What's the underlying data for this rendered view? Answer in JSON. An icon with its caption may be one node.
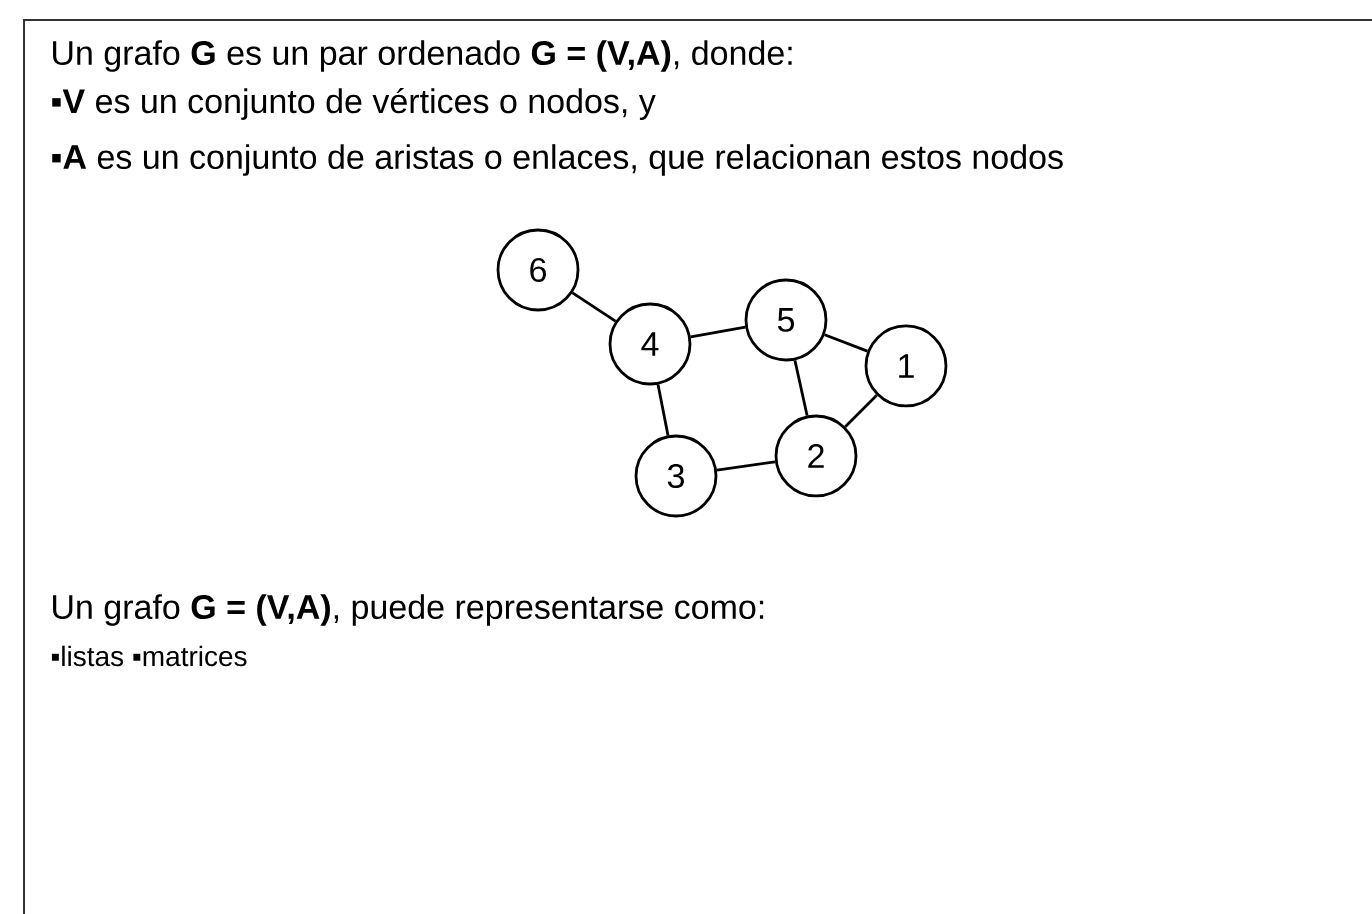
{
  "diagram": {
    "nodes": [
      {
        "text": [
          "1"
        ]
      },
      {
        "text": [
          "2"
        ]
      },
      {
        "text": [
          "3"
        ]
      },
      {
        "text": [
          "4"
        ]
      },
      {
        "text": [
          "5"
        ]
      },
      {
        "text": [
          "6"
        ]
      }
    ],
    "edges": [
      {
        "from": 5,
        "to": 3,
        "arrow": "none"
      },
      {
        "from": 3,
        "to": 4,
        "arrow": "none"
      },
      {
        "from": 4,
        "to": 0,
        "arrow": "none"
      },
      {
        "from": 4,
        "to": 1,
        "arrow": "none"
      },
      {
        "from": 0,
        "to": 1,
        "arrow": "none"
      },
      {
        "from": 3,
        "to": 2,
        "arrow": "none"
      },
      {
        "from": 2,
        "to": 1,
        "arrow": "none"
      }
    ],
    "labels": [
      "Un grafo **G** es un par ordenado **G = (V,A)**, donde:",
      "▪**V** es un conjunto de vértices o nodos, y",
      "▪**A** es un conjunto de aristas o enlaces, que relacionan estos nodos",
      "Un grafo **G = (V,A)**, puede representarse como:",
      "▪listas ▪matrices"
    ]
  }
}
